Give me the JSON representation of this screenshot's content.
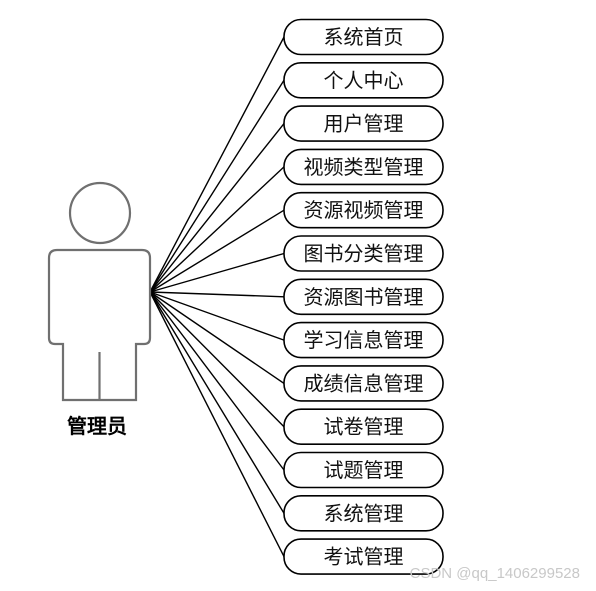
{
  "diagram": {
    "actor": {
      "label": "管理员",
      "icon": "person-icon"
    },
    "use_cases": [
      "系统首页",
      "个人中心",
      "用户管理",
      "视频类型管理",
      "资源视频管理",
      "图书分类管理",
      "资源图书管理",
      "学习信息管理",
      "成绩信息管理",
      "试卷管理",
      "试题管理",
      "系统管理",
      "考试管理"
    ]
  },
  "watermark": "CSDN @qq_1406299528",
  "colors": {
    "line": "#000000",
    "actor_stroke": "#707070",
    "box_fill": "#ffffff",
    "watermark": "#c8c8c8"
  }
}
